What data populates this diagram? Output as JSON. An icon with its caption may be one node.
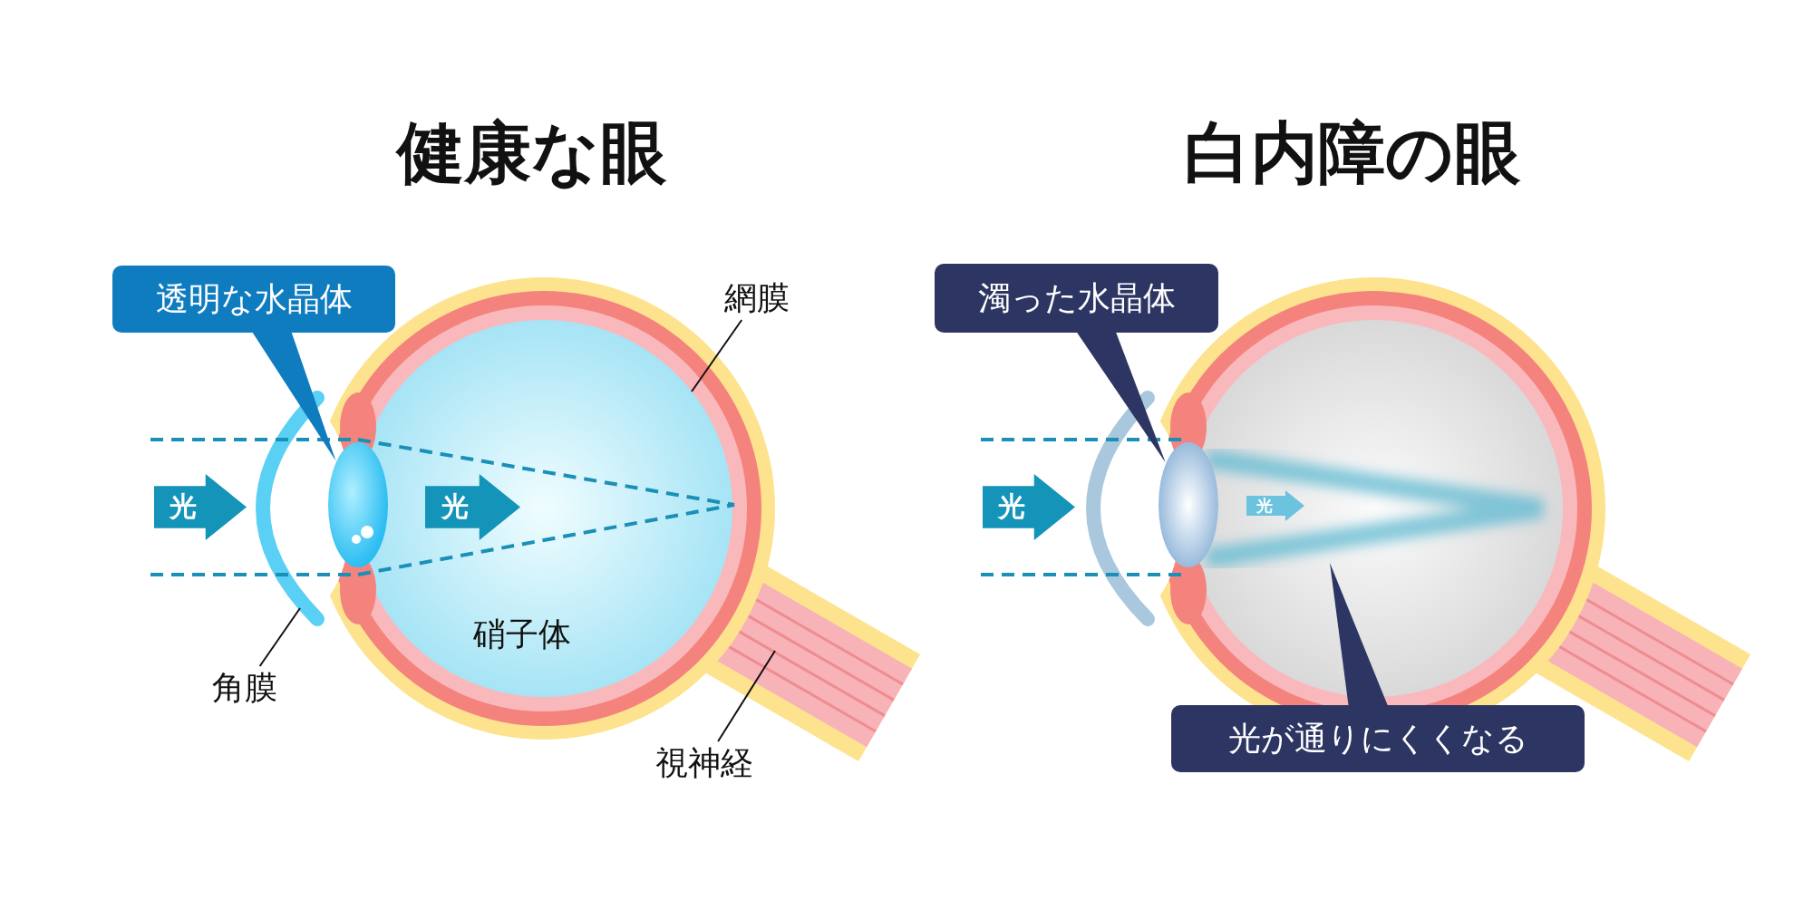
{
  "diagram": {
    "nodes": [
      {
        "text": [
          "透明な水晶体"
        ]
      },
      {
        "text": [],
        "shape": "ellipse"
      },
      {
        "text": [
          "網膜"
        ]
      },
      {
        "text": [
          "角膜"
        ]
      },
      {
        "text": [
          "視神経"
        ]
      },
      {
        "text": [
          "濁った水晶体"
        ]
      },
      {
        "text": [],
        "shape": "ellipse"
      },
      {
        "text": [
          "光が通りにくくなる"
        ]
      },
      {
        "text": [],
        "shape": "arc"
      }
    ],
    "edges": [
      {
        "from": 0,
        "to": 1,
        "arrow": "to"
      },
      {
        "from": 2,
        "to": null,
        "arrow": "none"
      },
      {
        "from": 3,
        "to": 8,
        "arrow": "none"
      },
      {
        "from": 4,
        "to": null,
        "arrow": "none"
      },
      {
        "from": 5,
        "to": 6,
        "arrow": "to"
      },
      {
        "from": 7,
        "to": null,
        "arrow": "to"
      }
    ],
    "labels": [
      "健康な眼",
      "白内障の眼",
      "光",
      "光",
      "硝子体",
      "光",
      "光"
    ]
  }
}
